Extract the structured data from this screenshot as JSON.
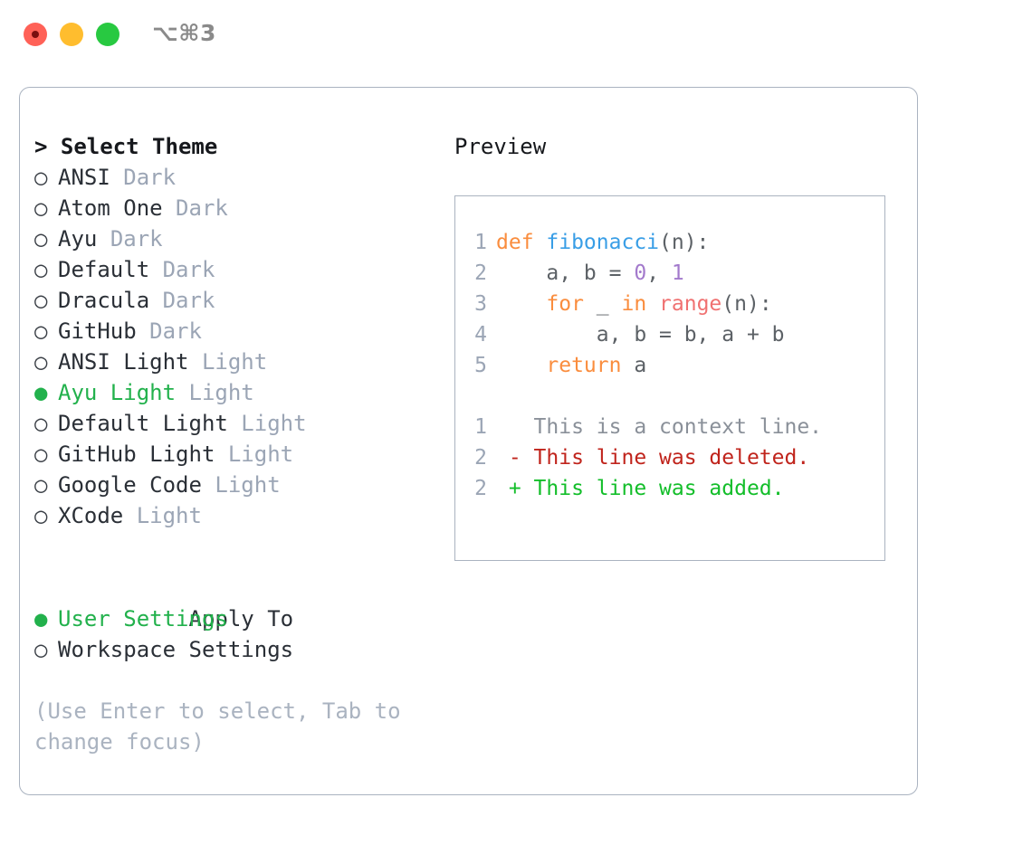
{
  "window": {
    "shortcut_label": "⌥⌘3",
    "traffic_lights": [
      "close",
      "minimize",
      "maximize"
    ]
  },
  "theme_picker": {
    "header": "> Select Theme",
    "bullet_selected": "●",
    "bullet_unselected": "○",
    "items": [
      {
        "name": "ANSI",
        "variant": "Dark",
        "selected": false
      },
      {
        "name": "Atom One",
        "variant": "Dark",
        "selected": false
      },
      {
        "name": "Ayu",
        "variant": "Dark",
        "selected": false
      },
      {
        "name": "Default",
        "variant": "Dark",
        "selected": false
      },
      {
        "name": "Dracula",
        "variant": "Dark",
        "selected": false
      },
      {
        "name": "GitHub",
        "variant": "Dark",
        "selected": false
      },
      {
        "name": "ANSI Light",
        "variant": "Light",
        "selected": false
      },
      {
        "name": "Ayu Light",
        "variant": "Light",
        "selected": true
      },
      {
        "name": "Default Light",
        "variant": "Light",
        "selected": false
      },
      {
        "name": "GitHub Light",
        "variant": "Light",
        "selected": false
      },
      {
        "name": "Google Code",
        "variant": "Light",
        "selected": false
      },
      {
        "name": "XCode",
        "variant": "Light",
        "selected": false
      }
    ]
  },
  "apply_to": {
    "header": "Apply To",
    "items": [
      {
        "name": "User Settings",
        "selected": true
      },
      {
        "name": "Workspace Settings",
        "selected": false
      }
    ]
  },
  "hint": "(Use Enter to select, Tab to change focus)",
  "preview": {
    "title": "Preview",
    "code_lines": [
      {
        "number": "1",
        "tokens": [
          {
            "t": "def ",
            "k": "kw"
          },
          {
            "t": "fibonacci",
            "k": "fn"
          },
          {
            "t": "(n):",
            "k": "punc"
          }
        ]
      },
      {
        "number": "2",
        "tokens": [
          {
            "t": "    a, b = ",
            "k": "txt"
          },
          {
            "t": "0",
            "k": "num"
          },
          {
            "t": ", ",
            "k": "txt"
          },
          {
            "t": "1",
            "k": "num"
          }
        ]
      },
      {
        "number": "3",
        "tokens": [
          {
            "t": "    ",
            "k": "txt"
          },
          {
            "t": "for",
            "k": "kw"
          },
          {
            "t": " _ ",
            "k": "txt"
          },
          {
            "t": "in",
            "k": "kw"
          },
          {
            "t": " ",
            "k": "txt"
          },
          {
            "t": "range",
            "k": "bi"
          },
          {
            "t": "(n):",
            "k": "punc"
          }
        ]
      },
      {
        "number": "4",
        "tokens": [
          {
            "t": "        a, b = b, a + b",
            "k": "txt"
          }
        ]
      },
      {
        "number": "5",
        "tokens": [
          {
            "t": "    ",
            "k": "txt"
          },
          {
            "t": "return",
            "k": "kw"
          },
          {
            "t": " a",
            "k": "txt"
          }
        ]
      }
    ],
    "diff_lines": [
      {
        "number": "1",
        "sign": " ",
        "text": "This is a context line.",
        "kind": "ctx"
      },
      {
        "number": "2",
        "sign": "-",
        "text": "This line was deleted.",
        "kind": "del"
      },
      {
        "number": "2",
        "sign": "+",
        "text": "This line was added.",
        "kind": "add"
      }
    ]
  },
  "colors": {
    "accent_green": "#22b14c",
    "muted": "#9ba5b5",
    "border": "#aab3c0",
    "kw": "#FA8D3E",
    "fn": "#399EE6",
    "num": "#A37ACC",
    "builtin": "#F07171",
    "diff_delete": "#C0241C",
    "diff_add": "#13BE2A"
  }
}
